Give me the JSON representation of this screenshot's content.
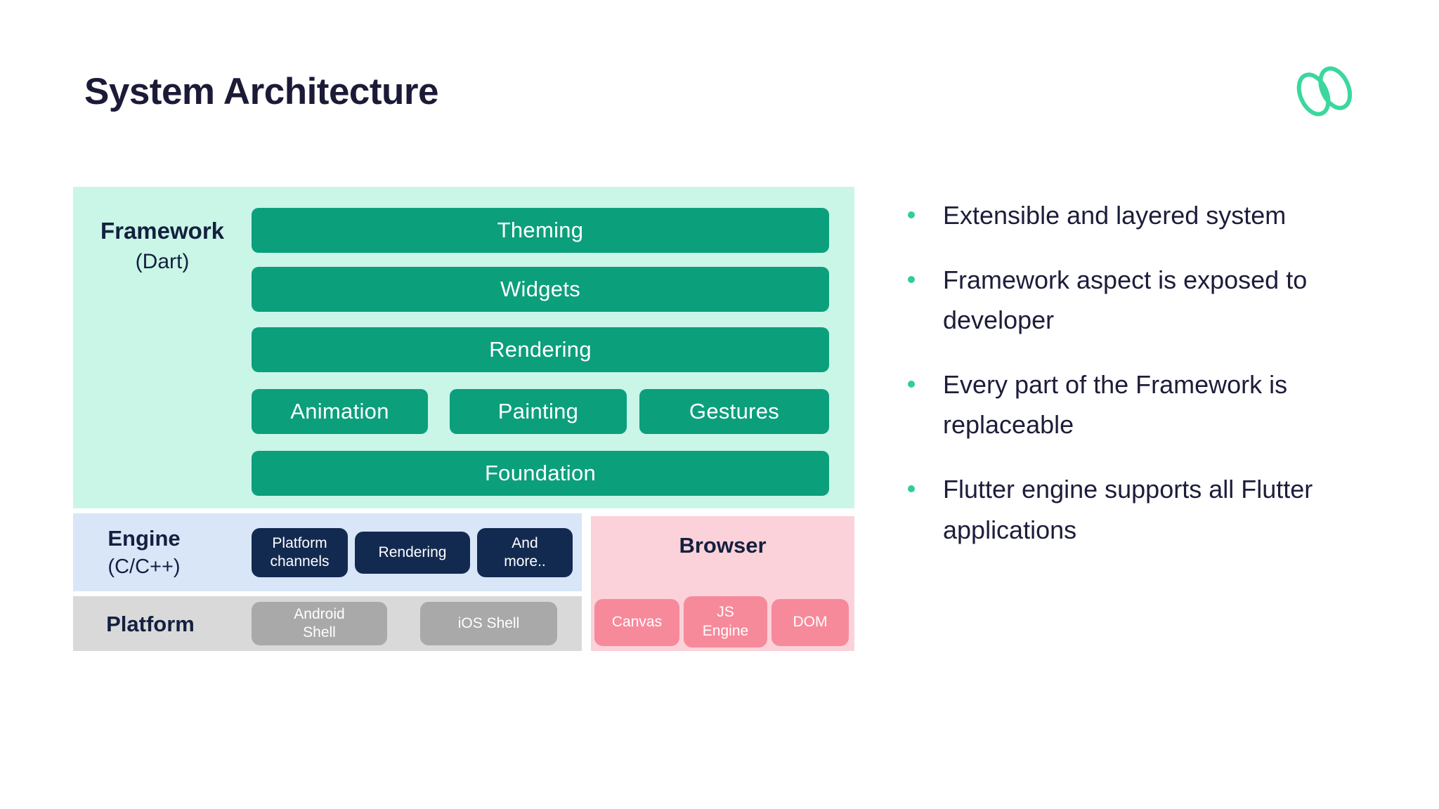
{
  "slide": {
    "title": "System Architecture"
  },
  "brand": {
    "logo_icon": "loop-logo",
    "logo_color": "#3cd79e"
  },
  "diagram": {
    "framework": {
      "label": "Framework",
      "sublabel": "(Dart)",
      "bg_color": "#c9f6e7",
      "bar_color": "#0c9f7c",
      "bars": [
        "Theming",
        "Widgets",
        "Rendering"
      ],
      "split_bars": [
        "Animation",
        "Painting",
        "Gestures"
      ],
      "bottom_bar": "Foundation"
    },
    "engine": {
      "label": "Engine",
      "sublabel": "(C/C++)",
      "bg_color": "#d8e6f8",
      "box_color": "#132a50",
      "boxes": [
        "Platform\nchannels",
        "Rendering",
        "And\nmore.."
      ]
    },
    "platform": {
      "label": "Platform",
      "bg_color": "#d9d9d9",
      "box_color": "#a9a9a9",
      "boxes": [
        "Android\nShell",
        "iOS Shell"
      ]
    },
    "browser": {
      "label": "Browser",
      "bg_color": "#fbd2d9",
      "box_color": "#f68a9b",
      "boxes": [
        "Canvas",
        "JS\nEngine",
        "DOM"
      ]
    }
  },
  "bullets": {
    "dot_color": "#2fcf92",
    "text_color": "#1d1d3b",
    "items": [
      "Extensible and layered system",
      "Framework aspect is exposed to developer",
      "Every part of the Framework is replaceable",
      "Flutter engine supports all Flutter applications"
    ]
  }
}
